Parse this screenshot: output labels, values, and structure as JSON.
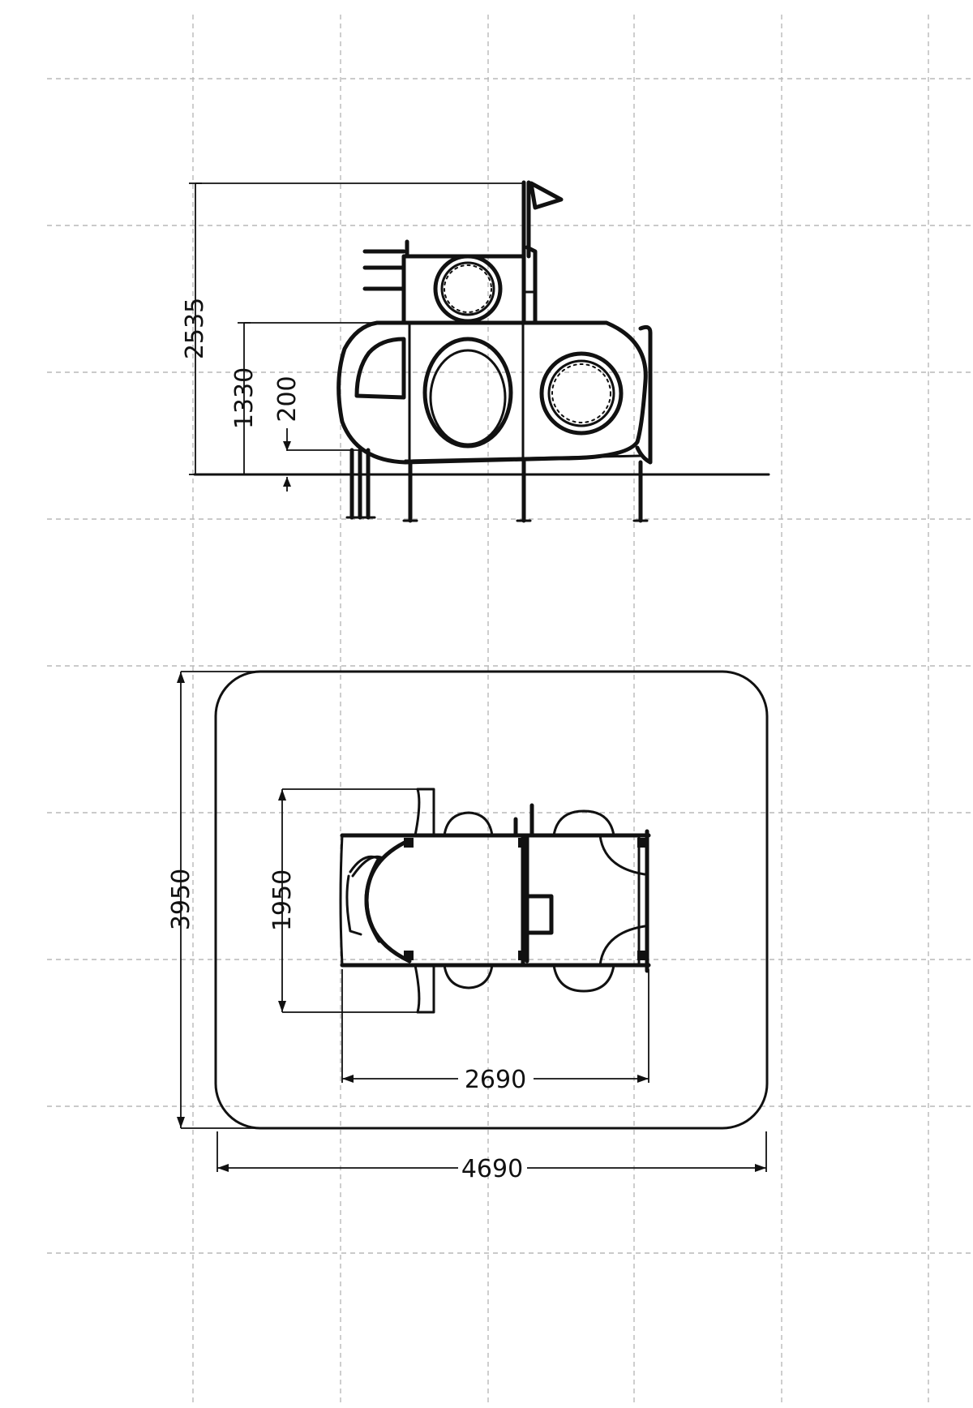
{
  "dimensions": {
    "side_view": {
      "total_height": "2535",
      "platform_height": "1330",
      "ground_clearance": "200"
    },
    "plan_view": {
      "safety_area_depth": "3950",
      "equipment_depth": "1950",
      "equipment_length": "2690",
      "safety_area_length": "4690"
    }
  },
  "colors": {
    "line": "#111111",
    "grid": "#b9b9b9",
    "background": "#ffffff"
  }
}
